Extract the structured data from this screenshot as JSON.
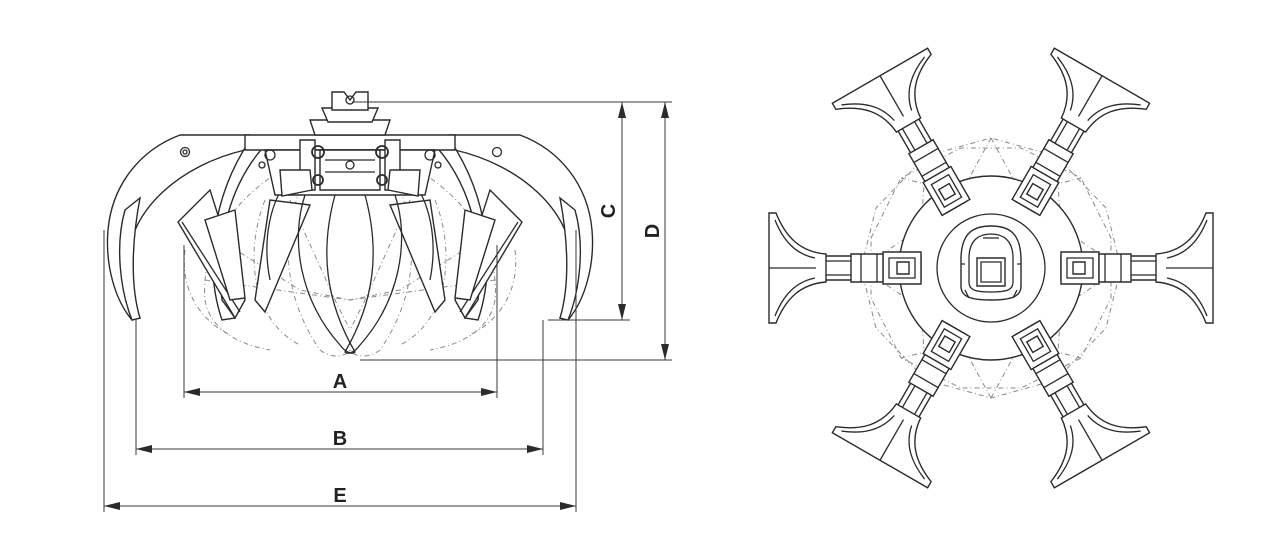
{
  "dimensions": {
    "A": "A",
    "B": "B",
    "C": "C",
    "D": "D",
    "E": "E"
  },
  "colors": {
    "line": "#2b2b2b",
    "hidden_line": "#8a8a8a",
    "background": "#ffffff"
  }
}
